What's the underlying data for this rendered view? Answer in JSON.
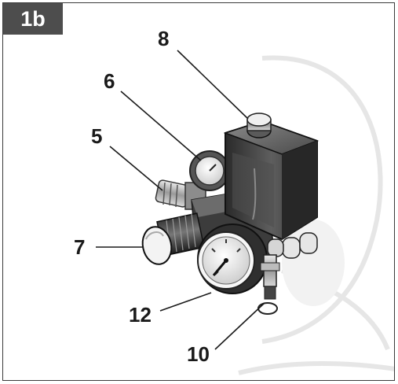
{
  "figure": {
    "badge": "1b",
    "callouts": [
      {
        "id": "c8",
        "label": "8"
      },
      {
        "id": "c6",
        "label": "6"
      },
      {
        "id": "c5",
        "label": "5"
      },
      {
        "id": "c7",
        "label": "7"
      },
      {
        "id": "c12",
        "label": "12"
      },
      {
        "id": "c10",
        "label": "10"
      }
    ]
  }
}
